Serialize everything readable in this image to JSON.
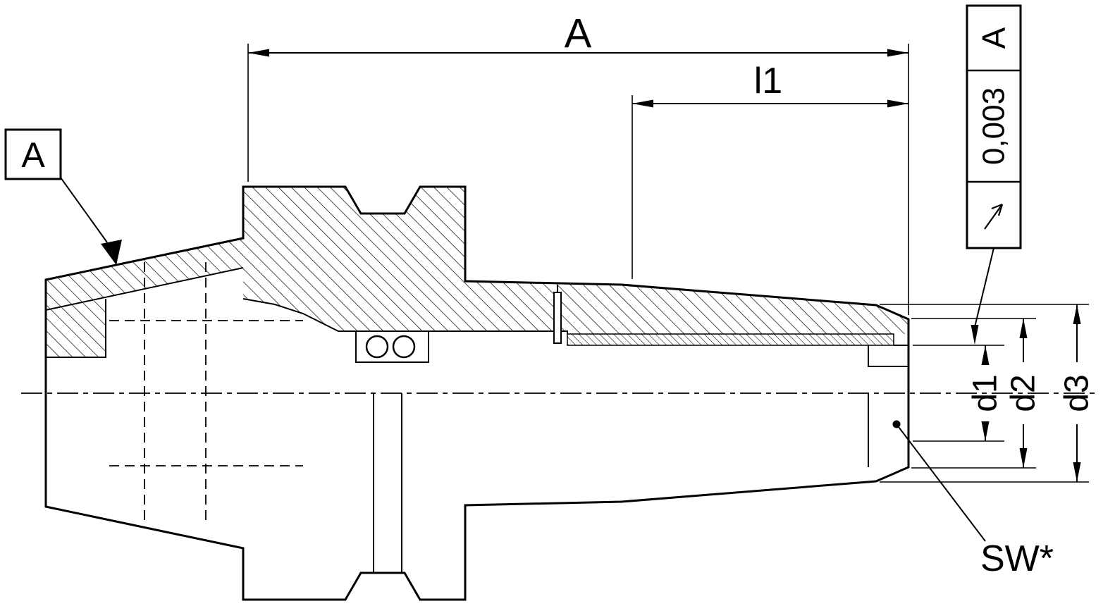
{
  "page": {
    "background_color": "#ffffff",
    "line_color": "#000000"
  },
  "labels": {
    "dim_overall_length": "A",
    "dim_projection_length": "l1",
    "dim_bore_diameter": "d1",
    "dim_nose_diameter": "d2",
    "dim_body_diameter": "d3",
    "wrench_size": "SW*"
  },
  "datum_flag": {
    "letter": "A"
  },
  "tolerance_frame": {
    "symbol_icon": "runout-arrow-icon",
    "value": "0,003",
    "datum_ref": "A"
  }
}
